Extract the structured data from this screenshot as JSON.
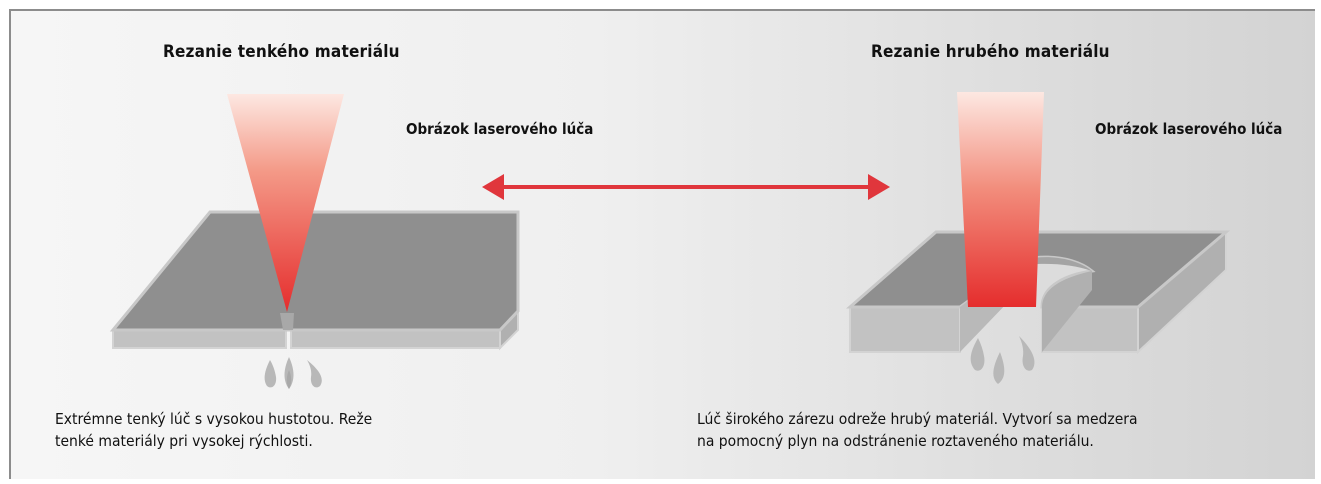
{
  "left_panel": {
    "title": "Rezanie tenkého materiálu",
    "beam_label": "Obrázok laserového lúča",
    "description_line1": "Extrémne tenký lúč s vysokou hustotou. Reže",
    "description_line2": "tenké materiály pri vysokej rýchlosti."
  },
  "right_panel": {
    "title": "Rezanie hrubého materiálu",
    "beam_label": "Obrázok laserového lúča",
    "description_line1": "Lúč širokého zárezu odreže hrubý materiál. Vytvorí sa medzera",
    "description_line2": "na pomocný plyn na odstránenie roztaveného materiálu."
  },
  "colors": {
    "beam_top": "#fde8e2",
    "beam_bottom": "#e52d2d",
    "arrow": "#e0363c",
    "plate_top": "#8f8f8f",
    "plate_side": "#bdbdbd",
    "drops": "#b8b8b8"
  },
  "icons": {
    "arrow": "double-headed-arrow-icon",
    "drops": "molten-drops-icon"
  }
}
